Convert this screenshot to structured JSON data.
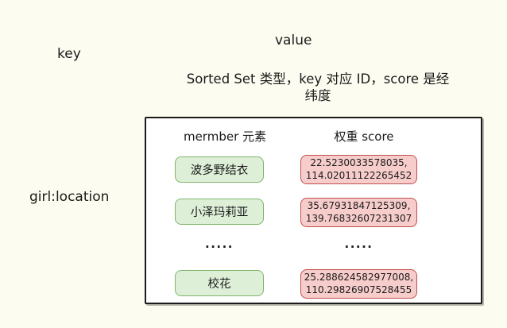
{
  "labels": {
    "key": "key",
    "value": "value",
    "title": "Sorted Set 类型，key 对应 ID，score 是经\n纬度",
    "key_name": "girl:location"
  },
  "table": {
    "columns": {
      "member": "mermber 元素",
      "score": "权重 score"
    },
    "rows": [
      {
        "member": "波多野结衣",
        "score": "22.5230033578035,\n114.02011122265452"
      },
      {
        "member": "小泽玛莉亚",
        "score": "35.67931847125309,\n139.76832607231307"
      },
      {
        "member": ".....",
        "score": "....."
      },
      {
        "member": "校花",
        "score": "25.288624582977008,\n110.29826907528455"
      }
    ]
  },
  "colors": {
    "background": "#FDFCF0",
    "table_background": "#FFFFFF",
    "table_border": "#1B1B1B",
    "member_fill": "#DEEFD8",
    "member_stroke": "#7FB469",
    "score_fill": "#F6CDCB",
    "score_stroke": "#C1504D",
    "text": "#1A1A1A"
  }
}
